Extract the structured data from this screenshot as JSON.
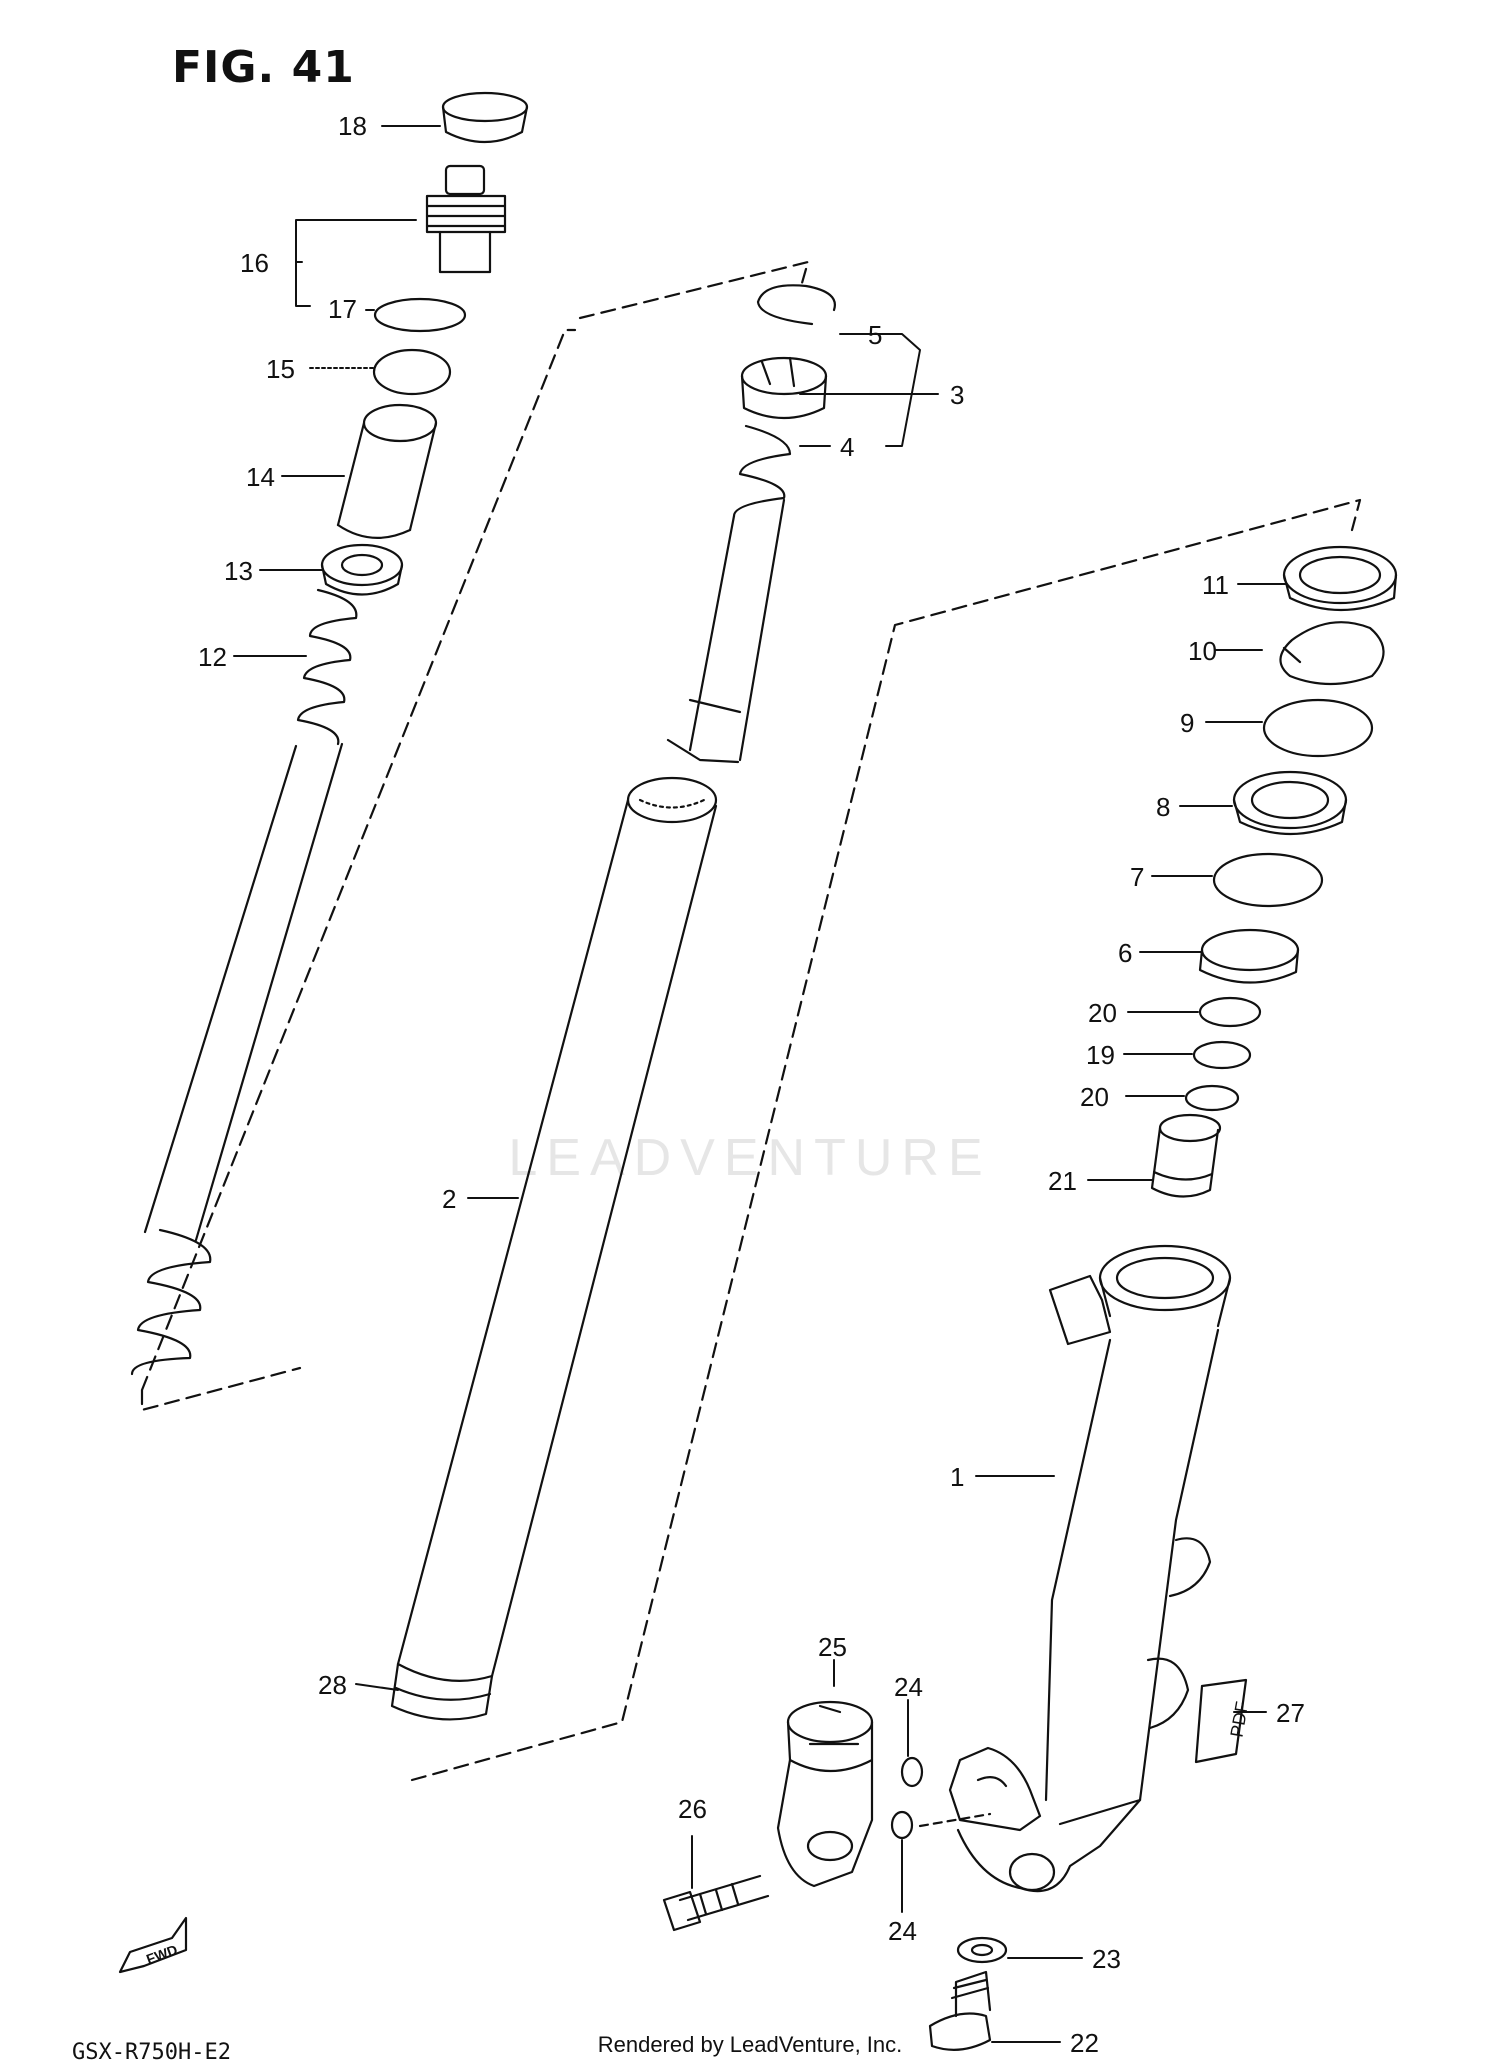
{
  "figure": {
    "title": "FIG. 41",
    "footer_model": "GSX-R750H-E2",
    "credit": "Rendered by LeadVenture, Inc.",
    "watermark": "LEADVENTURE",
    "fwd_label": "FWD",
    "pdf_tag": "PDF"
  },
  "callouts": {
    "c1": "1",
    "c2": "2",
    "c3": "3",
    "c4": "4",
    "c5": "5",
    "c6": "6",
    "c7": "7",
    "c8": "8",
    "c9": "9",
    "c10": "10",
    "c11": "11",
    "c12": "12",
    "c13": "13",
    "c14": "14",
    "c15": "15",
    "c16": "16",
    "c17": "17",
    "c18": "18",
    "c19": "19",
    "c20a": "20",
    "c20b": "20",
    "c21": "21",
    "c22": "22",
    "c23": "23",
    "c24a": "24",
    "c24b": "24",
    "c25": "25",
    "c26": "26",
    "c27": "27",
    "c28": "28"
  },
  "colors": {
    "ink": "#111111",
    "watermark": "#e6e6e6"
  }
}
